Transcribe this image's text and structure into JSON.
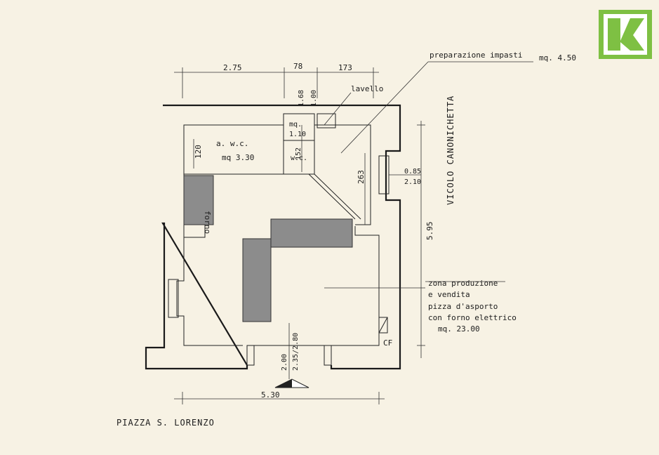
{
  "logo": {
    "letter": "K",
    "color": "#7ec043"
  },
  "dimensions": {
    "top_left": "2.75",
    "top_mid": "78",
    "top_right": "173",
    "v_168": "1.68",
    "v_100": "1.00",
    "wc_120": "120",
    "wc_152": "152",
    "kitchen_263": "263",
    "window_085": "0.85",
    "window_210": "2.10",
    "right_595": "5.95",
    "door_200": "2.00",
    "door_235": "2.35/2.80",
    "bottom_530": "5.30"
  },
  "labels": {
    "preparazione": "preparazione impasti",
    "preparazione_area": "mq. 4.50",
    "lavello": "lavello",
    "aw_title": "a. w.c.",
    "aw_area": "mq  3.30",
    "wc_mq": "mq.",
    "wc_mq_val": "1.10",
    "wc": "w.c.",
    "forno": "forno",
    "street": "VICOLO  CANONICHETTA",
    "zona_1": "zona produzione",
    "zona_2": "e vendita",
    "zona_3": "pizza d'asporto",
    "zona_4": "con forno elettrico",
    "zona_area": "mq. 23.00",
    "cf": "CF",
    "piazza": "PIAZZA  S.  LORENZO"
  }
}
